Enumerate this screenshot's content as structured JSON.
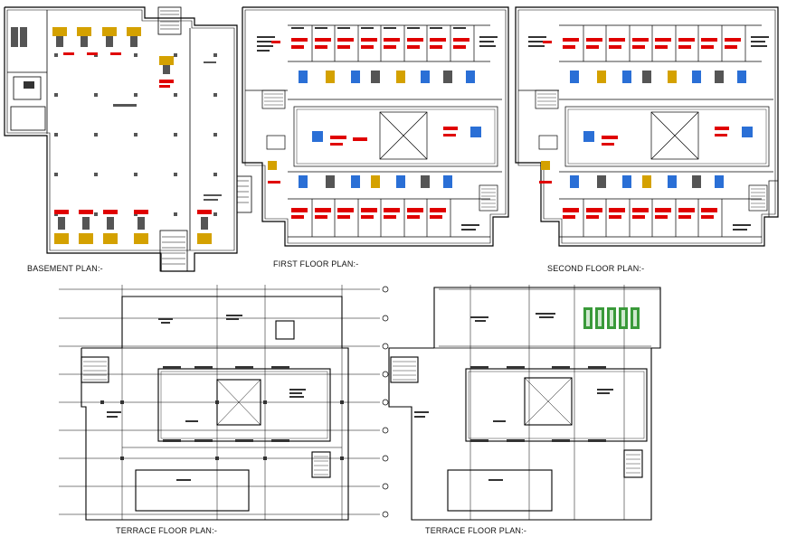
{
  "sheet": {
    "labels": {
      "basement": "BASEMENT PLAN:-",
      "first": "FIRST FLOOR PLAN:-",
      "second": "SECOND FLOOR PLAN:-",
      "terrace_left": "TERRACE FLOOR PLAN:-",
      "terrace_right": "TERRACE FLOOR PLAN:-"
    },
    "colors": {
      "line": "#000000",
      "accent": "#e00000",
      "furniture": "#d4a100",
      "blue": "#2a6fd6",
      "green": "#3a9a3a"
    }
  }
}
